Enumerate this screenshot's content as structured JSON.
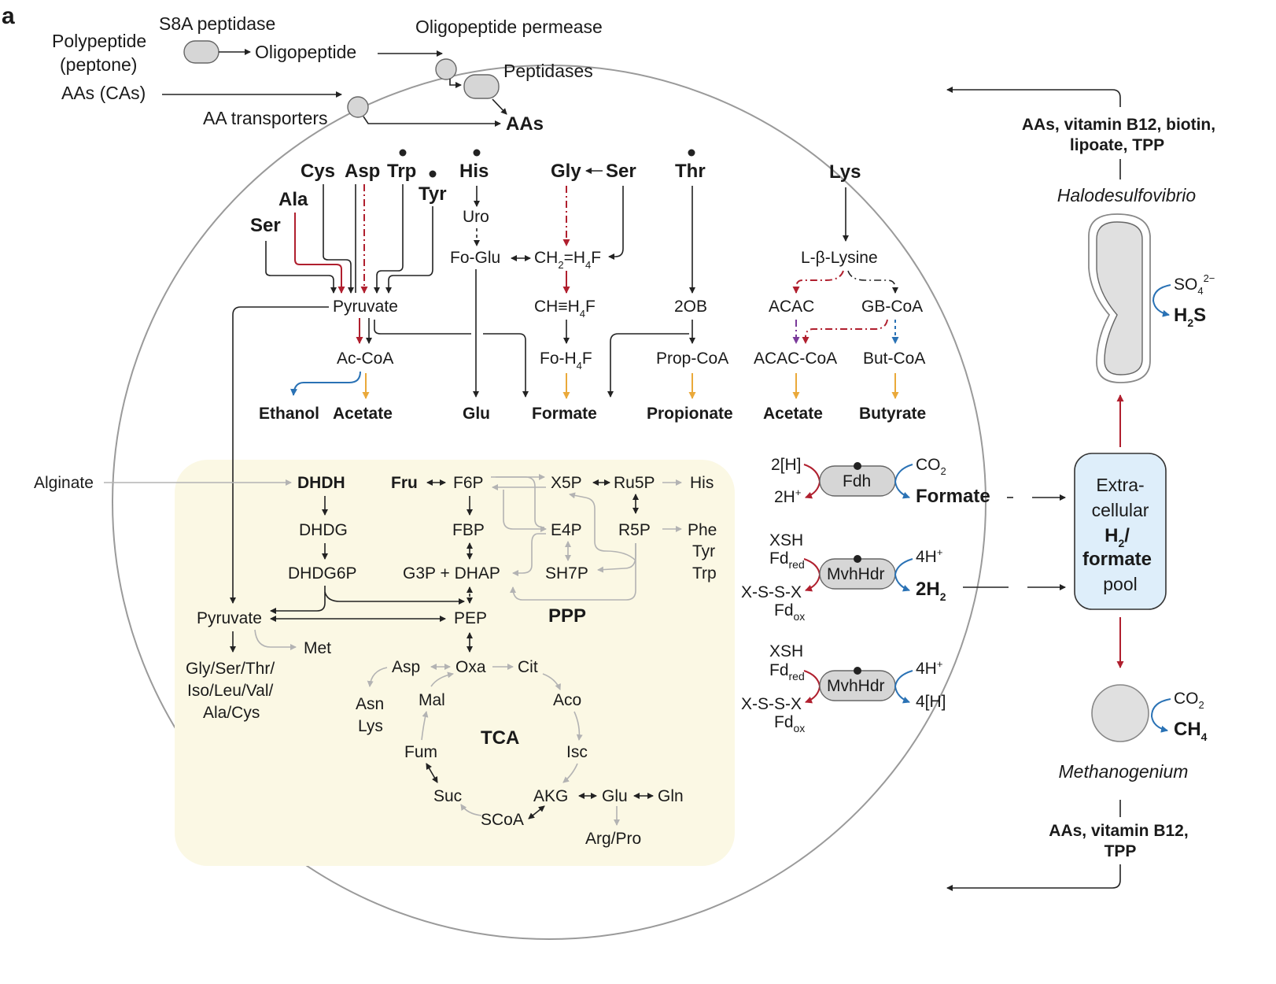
{
  "panel_label": "a",
  "uptake": {
    "polypeptide": [
      "Polypeptide",
      "(peptone)"
    ],
    "s8a": "S8A peptidase",
    "oligopeptide": "Oligopeptide",
    "permease": "Oligopeptide permease",
    "peptidases": "Peptidases",
    "aas_cas": "AAs (CAs)",
    "aa_transporters": "AA transporters",
    "aas": "AAs"
  },
  "amino_acids": {
    "cys": "Cys",
    "asp": "Asp",
    "trp": "Trp",
    "tyr": "Tyr",
    "ala": "Ala",
    "ser_left": "Ser",
    "his": "His",
    "gly": "Gly",
    "ser": "Ser",
    "thr": "Thr",
    "lys": "Lys"
  },
  "fermentation": {
    "pyruvate": "Pyruvate",
    "accoa": "Ac-CoA",
    "ethanol": "Ethanol",
    "acetate": "Acetate",
    "uro": "Uro",
    "foglu": "Fo-Glu",
    "ch2": "CH",
    "ch2_sub1": "2",
    "ch2_mid": "=H",
    "ch2_sub2": "4",
    "ch2_end": "F",
    "ch": "CH",
    "ch_mid": "≡H",
    "ch_sub": "4",
    "ch_end": "F",
    "foh": "Fo-H",
    "foh_sub": "4",
    "foh_end": "F",
    "glu": "Glu",
    "formate": "Formate",
    "twoob": "2OB",
    "propcoa": "Prop-CoA",
    "propionate": "Propionate",
    "blys": "L-β-Lysine",
    "acac": "ACAC",
    "gbcoa": "GB-CoA",
    "acaccoa": "ACAC-CoA",
    "butcoa": "But-CoA",
    "acetate2": "Acetate",
    "butyrate": "Butyrate"
  },
  "central": {
    "alginate": "Alginate",
    "dhdh": "DHDH",
    "dhdg": "DHDG",
    "dhdg6p": "DHDG6P",
    "fru": "Fru",
    "f6p": "F6P",
    "fbp": "FBP",
    "g3p": "G3P + DHAP",
    "x5p": "X5P",
    "ru5p": "Ru5P",
    "his": "His",
    "e4p": "E4P",
    "r5p": "R5P",
    "phe": "Phe",
    "tyr": "Tyr",
    "trp": "Trp",
    "sh7p": "SH7P",
    "ppp": "PPP",
    "pyruvate": "Pyruvate",
    "pep": "PEP",
    "met": "Met",
    "aa_group": [
      "Gly/Ser/Thr/",
      "Iso/Leu/Val/",
      "Ala/Cys"
    ],
    "asp": "Asp",
    "oxa": "Oxa",
    "cit": "Cit",
    "asn": "Asn",
    "lys": "Lys",
    "mal": "Mal",
    "aco": "Aco",
    "tca": "TCA",
    "fum": "Fum",
    "isc": "Isc",
    "suc": "Suc",
    "scoa": "SCoA",
    "akg": "AKG",
    "glu": "Glu",
    "gln": "Gln",
    "argpro": "Arg/Pro"
  },
  "hydrogenases": {
    "fdh": "Fdh",
    "h2": "2[H]",
    "hplus": "2H",
    "hplus_sup": "+",
    "co2": "CO",
    "co2_sub": "2",
    "formate": "Formate",
    "mvh": "MvhHdr",
    "xsh": "XSH",
    "fd": "Fd",
    "red": "red",
    "xsssx": "X-S-S-X",
    "ox": "ox",
    "h4": "4H",
    "h4_sup": "+",
    "h2out": "2H",
    "h2out_sub": "2",
    "four_h": "4[H]"
  },
  "pool": {
    "lines": [
      "Extra-",
      "cellular",
      "H",
      "/",
      "formate",
      "pool"
    ],
    "h2_sub": "2"
  },
  "partners": {
    "halo_supply": [
      "AAs, vitamin B12, biotin,",
      "lipoate, TPP"
    ],
    "halo": "Halodesulfovibrio",
    "so4": "SO",
    "so4_sub": "4",
    "so4_sup": "2−",
    "h2s": "H",
    "h2s_sub": "2",
    "h2s_end": "S",
    "methano": "Methanogenium",
    "methano_supply": [
      "AAs, vitamin B12,",
      "TPP"
    ],
    "co2": "CO",
    "co2_sub": "2",
    "ch4": "CH",
    "ch4_sub": "4"
  },
  "colors": {
    "reductive": "#b01f2e",
    "oxidative": "#2a72b5",
    "product": "#eaa93a",
    "alt": "#7a3a9a",
    "central_bg": "#fbf8e4",
    "pool_bg": "#deeefa"
  }
}
